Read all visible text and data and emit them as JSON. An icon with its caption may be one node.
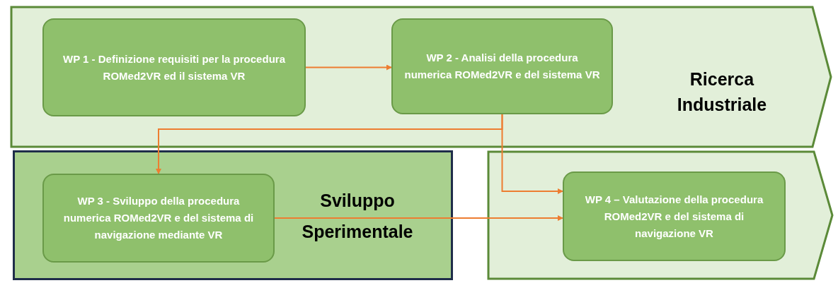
{
  "diagram": {
    "nodes": [
      {
        "text": [
          "Ricerca Industriale"
        ]
      },
      {
        "text": [
          "WP 1 - Definizione requisiti per la procedura ROMed2VR ed il sistema VR"
        ],
        "in": 0
      },
      {
        "text": [
          "WP 2 - Analisi della procedura numerica ROMed2VR e del sistema VR"
        ],
        "in": 0
      },
      {
        "text": [
          "Sviluppo Sperimentale"
        ]
      },
      {
        "text": [
          "WP 3 - Sviluppo della procedura numerica ROMed2VR e del sistema di navigazione mediante VR"
        ],
        "in": 3
      },
      {
        "text": [],
        "shape": "chevron"
      },
      {
        "text": [
          "WP 4 – Valutazione della procedura ROMed2VR e del sistema di navigazione VR"
        ],
        "in": 5
      }
    ],
    "edges": [
      {
        "from": 1,
        "to": 2,
        "arrow": "to"
      },
      {
        "from": 2,
        "to": 4,
        "arrow": "to"
      },
      {
        "from": 2,
        "to": 6,
        "arrow": "to"
      },
      {
        "from": 4,
        "to": 6,
        "arrow": "to"
      }
    ]
  }
}
